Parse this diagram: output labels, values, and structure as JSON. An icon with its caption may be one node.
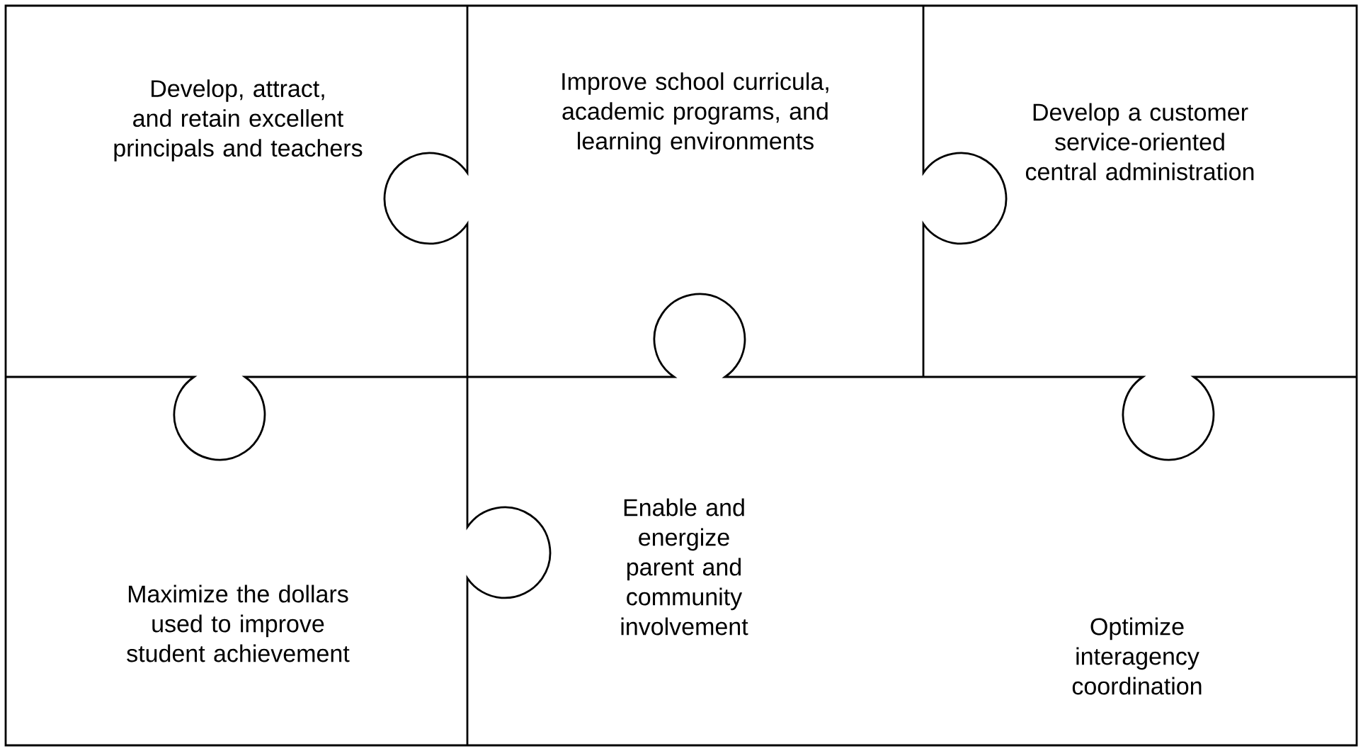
{
  "diagram": {
    "nodes": [
      {
        "text": [
          "Develop, attract, and retain excellent principals and teachers"
        ]
      },
      {
        "text": [
          "Improve school curricula, academic programs, and learning environments"
        ]
      },
      {
        "text": [
          "Develop a customer service-oriented central administration"
        ]
      },
      {
        "text": [
          "Maximize the dollars used to improve student achievement"
        ]
      },
      {
        "text": [
          "Enable and energize parent and community involvement"
        ]
      },
      {
        "text": [
          "Optimize interagency coordination"
        ]
      }
    ]
  }
}
